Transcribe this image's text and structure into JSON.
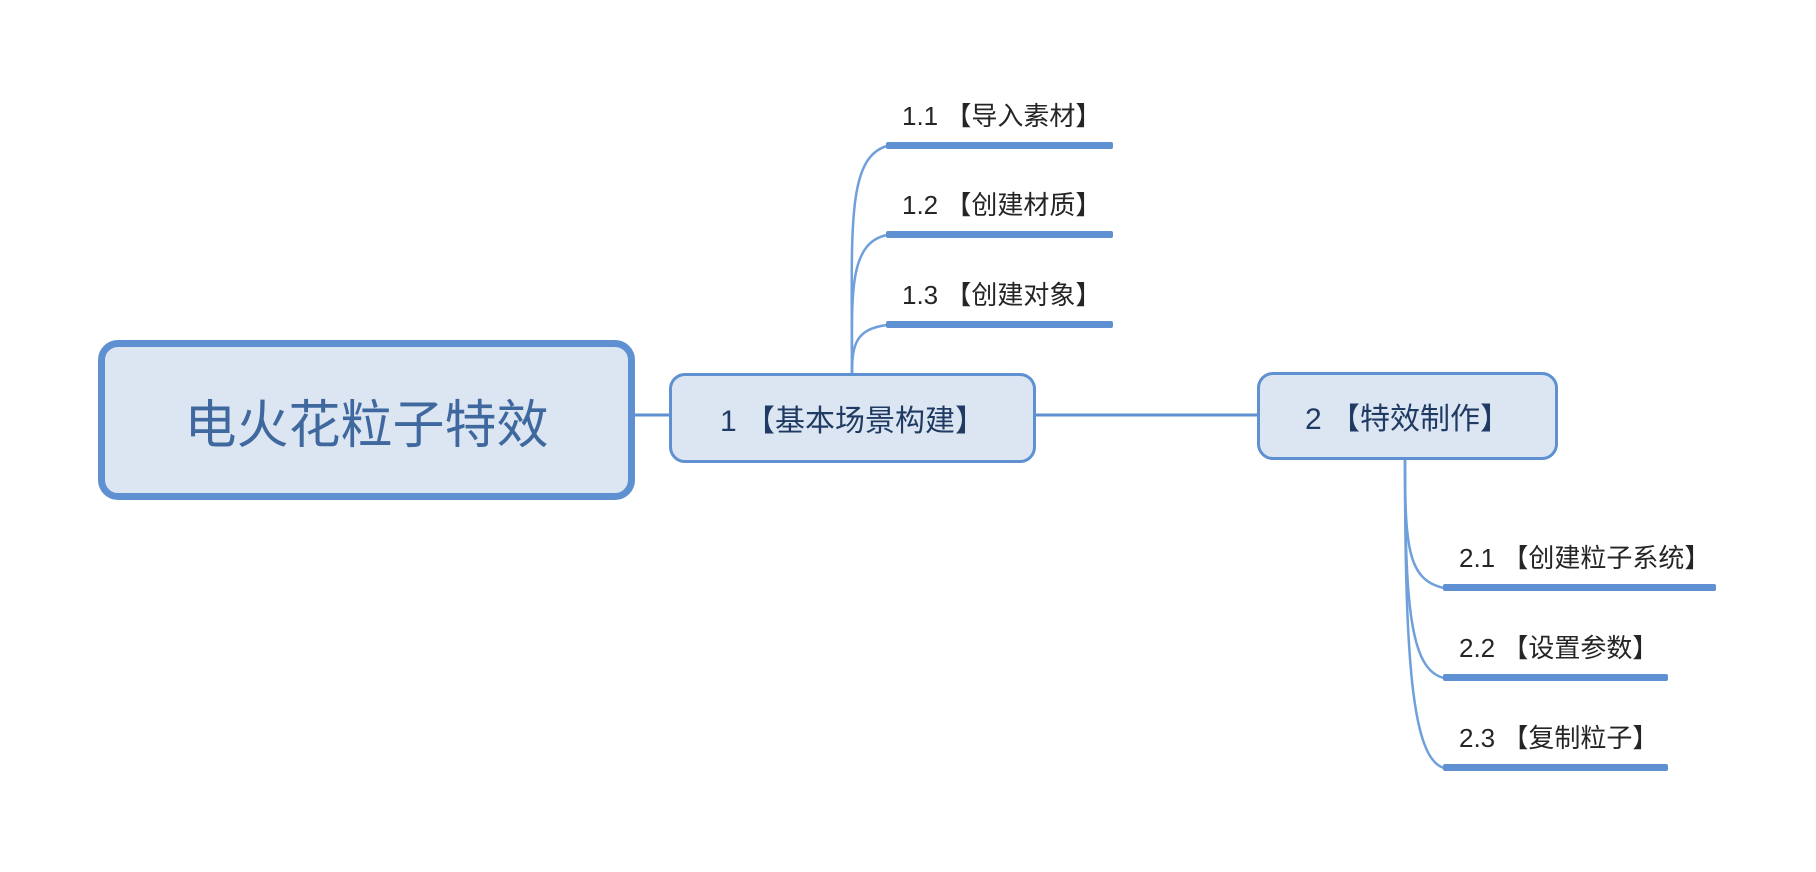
{
  "diagram": {
    "type": "mindmap",
    "root": {
      "label": "电火花粒子特效"
    },
    "topics": [
      {
        "label": "1 【基本场景构建】",
        "children": [
          {
            "label": "1.1 【导入素材】"
          },
          {
            "label": "1.2 【创建材质】"
          },
          {
            "label": "1.3 【创建对象】"
          }
        ]
      },
      {
        "label": "2 【特效制作】",
        "children": [
          {
            "label": "2.1 【创建粒子系统】"
          },
          {
            "label": "2.2 【设置参数】"
          },
          {
            "label": "2.3 【复制粒子】"
          }
        ]
      }
    ],
    "colors": {
      "node_fill": "#dce6f2",
      "node_border": "#5e90d2",
      "connector": "#6fa0db",
      "underline": "#5e90d2",
      "root_text": "#3e689e",
      "topic_text": "#1f3a63",
      "subtopic_text": "#252525",
      "background": "#ffffff"
    }
  }
}
